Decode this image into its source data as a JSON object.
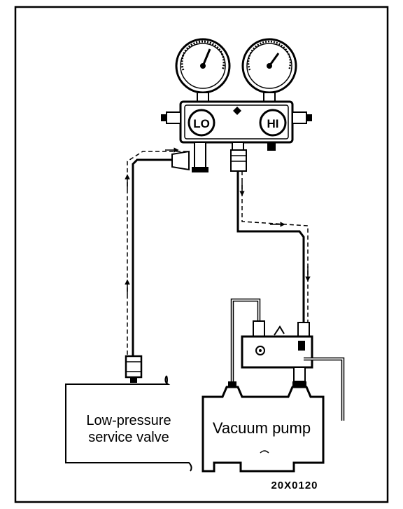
{
  "labels": {
    "low_pressure_line1": "Low-pressure",
    "low_pressure_line2": "service valve",
    "vacuum_pump": "Vacuum pump",
    "gauge_lo": "LO",
    "gauge_hi": "HI",
    "figure_code": "20X0120"
  },
  "icons": {
    "low_gauge": "pressure-gauge-icon",
    "high_gauge": "pressure-gauge-icon",
    "flow_arrow": "arrow-icon"
  },
  "colors": {
    "ink": "#000000",
    "paper": "#ffffff"
  }
}
